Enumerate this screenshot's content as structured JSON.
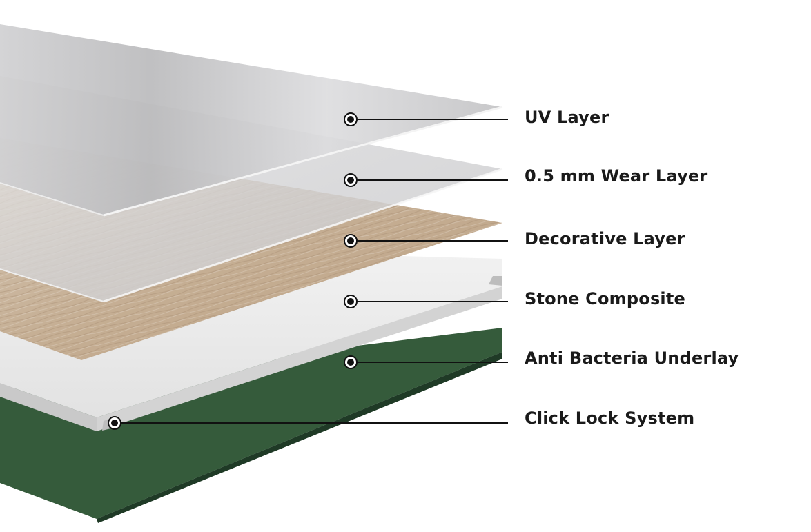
{
  "diagram": {
    "layers": [
      {
        "id": "uv",
        "label": "UV Layer"
      },
      {
        "id": "wear",
        "label": "0.5 mm Wear Layer"
      },
      {
        "id": "decorative",
        "label": "Decorative Layer"
      },
      {
        "id": "stone",
        "label": "Stone Composite"
      },
      {
        "id": "underlay",
        "label": "Anti Bacteria Underlay"
      },
      {
        "id": "clicklock",
        "label": "Click Lock System"
      }
    ],
    "colors": {
      "uv_layer": "#c4c4c6",
      "wear_layer": "#d9d9db",
      "wood": "#c7b39c",
      "stone": "#ebebeb",
      "underlay": "#355b3b",
      "leader_line": "#111111"
    }
  }
}
